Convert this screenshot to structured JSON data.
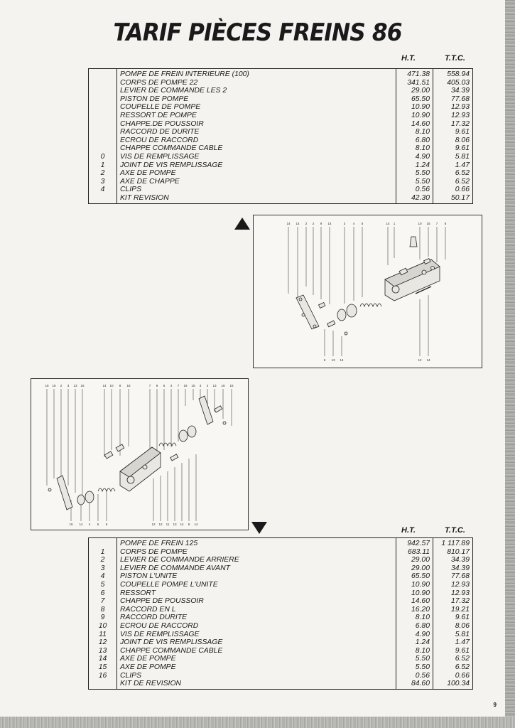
{
  "title": "TARIF PIÈCES FREINS 86",
  "headers": {
    "ht": "H.T.",
    "ttc": "T.T.C."
  },
  "table1": [
    {
      "num": "",
      "name": "POMPE DE FREIN INTERIEURE (100)",
      "ht": "471.38",
      "ttc": "558.94"
    },
    {
      "num": "",
      "name": "CORPS DE POMPE 22",
      "ht": "341.51",
      "ttc": "405.03"
    },
    {
      "num": "",
      "name": "LEVIER DE COMMANDE LES 2",
      "ht": "29.00",
      "ttc": "34.39"
    },
    {
      "num": "",
      "name": "PISTON DE POMPE",
      "ht": "65.50",
      "ttc": "77.68"
    },
    {
      "num": "",
      "name": "COUPELLE DE POMPE",
      "ht": "10.90",
      "ttc": "12.93"
    },
    {
      "num": "",
      "name": "RESSORT DE POMPE",
      "ht": "10.90",
      "ttc": "12.93"
    },
    {
      "num": "",
      "name": "CHAPPE.DE POUSSOIR",
      "ht": "14.60",
      "ttc": "17.32"
    },
    {
      "num": "",
      "name": "RACCORD DE DURITE",
      "ht": "8.10",
      "ttc": "9.61"
    },
    {
      "num": "",
      "name": "ECROU DE RACCORD",
      "ht": "6.80",
      "ttc": "8.06"
    },
    {
      "num": "",
      "name": "CHAPPE COMMANDE CABLE",
      "ht": "8.10",
      "ttc": "9.61"
    },
    {
      "num": "0",
      "name": "VIS DE REMPLISSAGE",
      "ht": "4.90",
      "ttc": "5.81"
    },
    {
      "num": "1",
      "name": "JOINT DE VIS REMPLISSAGE",
      "ht": "1.24",
      "ttc": "1.47"
    },
    {
      "num": "2",
      "name": "AXE DE POMPE",
      "ht": "5.50",
      "ttc": "6.52"
    },
    {
      "num": "3",
      "name": "AXE DE CHAPPE",
      "ht": "5.50",
      "ttc": "6.52"
    },
    {
      "num": "4",
      "name": "CLIPS",
      "ht": "0.56",
      "ttc": "0.66"
    },
    {
      "num": "",
      "name": "KIT REVISION",
      "ht": "42.30",
      "ttc": "50.17"
    }
  ],
  "table2": [
    {
      "num": "",
      "name": "POMPE DE FREIN 125",
      "ht": "942.57",
      "ttc": "1 117.89"
    },
    {
      "num": "1",
      "name": "CORPS DE POMPE",
      "ht": "683.11",
      "ttc": "810.17"
    },
    {
      "num": "2",
      "name": "LEVIER DE COMMANDE ARRIERE",
      "ht": "29.00",
      "ttc": "34.39"
    },
    {
      "num": "3",
      "name": "LEVIER DE COMMANDE AVANT",
      "ht": "29.00",
      "ttc": "34.39"
    },
    {
      "num": "4",
      "name": "PISTON L'UNITE",
      "ht": "65.50",
      "ttc": "77.68"
    },
    {
      "num": "5",
      "name": "COUPELLE POMPE L'UNITE",
      "ht": "10.90",
      "ttc": "12.93"
    },
    {
      "num": "6",
      "name": "RESSORT",
      "ht": "10.90",
      "ttc": "12.93"
    },
    {
      "num": "7",
      "name": "CHAPPE DE POUSSOIR",
      "ht": "14.60",
      "ttc": "17.32"
    },
    {
      "num": "8",
      "name": "RACCORD EN L",
      "ht": "16.20",
      "ttc": "19.21"
    },
    {
      "num": "9",
      "name": "RACCORD DURITE",
      "ht": "8.10",
      "ttc": "9.61"
    },
    {
      "num": "10",
      "name": "ECROU DE RACCORD",
      "ht": "6.80",
      "ttc": "8.06"
    },
    {
      "num": "11",
      "name": "VIS DE REMPLISSAGE",
      "ht": "4.90",
      "ttc": "5.81"
    },
    {
      "num": "12",
      "name": "JOINT DE VIS REMPLISSAGE",
      "ht": "1.24",
      "ttc": "1.47"
    },
    {
      "num": "13",
      "name": "CHAPPE COMMANDE CABLE",
      "ht": "8.10",
      "ttc": "9.61"
    },
    {
      "num": "14",
      "name": "AXE DE POMPE",
      "ht": "5.50",
      "ttc": "6.52"
    },
    {
      "num": "15",
      "name": "AXE DE POMPE",
      "ht": "5.50",
      "ttc": "6.52"
    },
    {
      "num": "16",
      "name": "CLIPS",
      "ht": "0.56",
      "ttc": "0.66"
    },
    {
      "num": "",
      "name": "KIT DE REVISION",
      "ht": "84.60",
      "ttc": "100.34"
    }
  ],
  "diagram1": {
    "callouts_top": [
      "14",
      "14",
      "2",
      "2",
      "9",
      "14",
      "3",
      "4",
      "5",
      "14",
      "1",
      "10",
      "15",
      "7",
      "8"
    ],
    "callouts_bottom": [
      "6",
      "13",
      "14",
      "12",
      "14"
    ]
  },
  "diagram2": {
    "callouts_top": [
      "16",
      "16",
      "2",
      "3",
      "13",
      "15",
      "14",
      "10",
      "8",
      "16",
      "7",
      "8",
      "5",
      "4",
      "7",
      "16",
      "15",
      "3",
      "2",
      "13",
      "16",
      "15"
    ],
    "callouts_bottom": [
      "15",
      "14",
      "4",
      "5",
      "6",
      "12",
      "12",
      "11",
      "13",
      "14",
      "6",
      "14"
    ]
  },
  "page_number": "9"
}
